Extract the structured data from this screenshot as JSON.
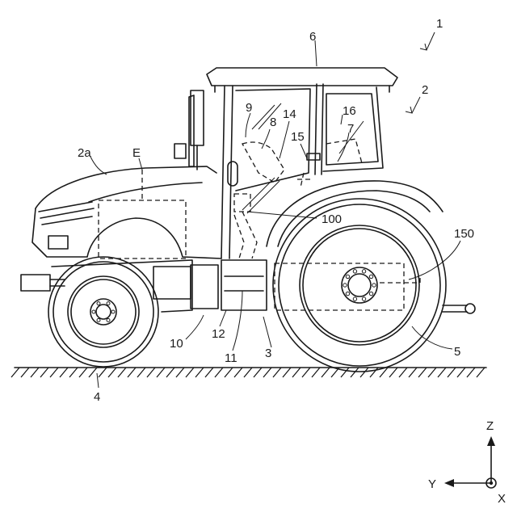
{
  "labels": {
    "tractor": "1",
    "body": "2",
    "hood": "2a",
    "engine": "E",
    "frame": "3",
    "front_wheel": "4",
    "rear_wheel": "5",
    "roof": "6",
    "part7": "7",
    "part8": "8",
    "part9": "9",
    "part10": "10",
    "part11": "11",
    "part12": "12",
    "part14": "14",
    "part15": "15",
    "part16": "16",
    "part100": "100",
    "part150": "150"
  },
  "axes": {
    "z": "Z",
    "y": "Y",
    "x": "X"
  }
}
